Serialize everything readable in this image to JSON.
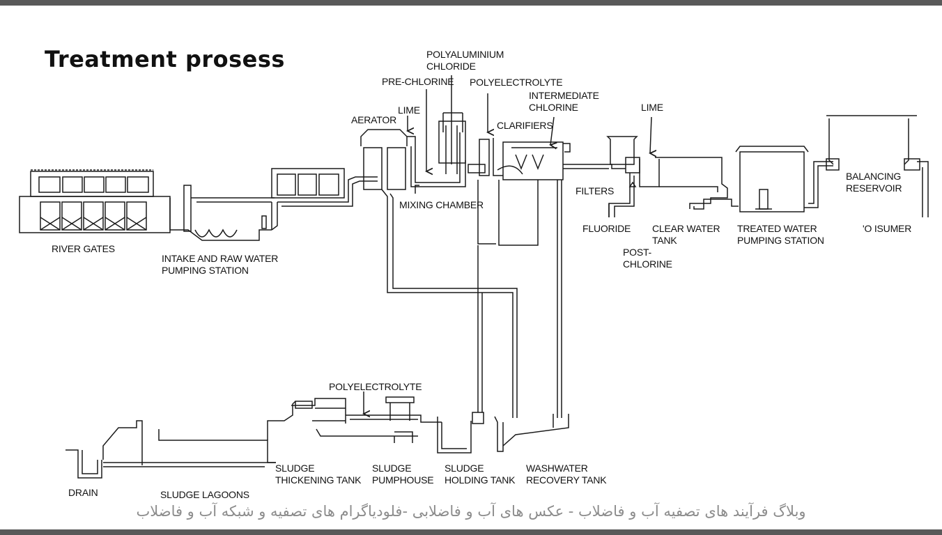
{
  "title": "Treatment prosess",
  "labels": {
    "river_gates": "RIVER GATES",
    "intake": "INTAKE AND RAW WATER\nPUMPING STATION",
    "aerator": "AERATOR",
    "lime_1": "LIME",
    "pre_chlorine": "PRE-CHLORINE",
    "polyaluminium": "POLYALUMINIUM\nCHLORIDE",
    "polyelectrolyte_top": "POLYELECTROLYTE",
    "intermediate_chlorine": "INTERMEDIATE\nCHLORINE",
    "clarifiers": "CLARIFIERS",
    "mixing_chamber": "MIXING CHAMBER",
    "lime_2": "LIME",
    "filters": "FILTERS",
    "fluoride": "FLUORIDE",
    "post_chlorine": "POST-\nCHLORINE",
    "clear_water_tank": "CLEAR WATER\nTANK",
    "treated_water": "TREATED WATER\nPUMPING STATION",
    "balancing_reservoir": "BALANCING\nRESERVOIR",
    "consumer": "'O  ISUMER",
    "polyelectrolyte_bottom": "POLYELECTROLYTE",
    "sludge_thickening": "SLUDGE\nTHICKENING TANK",
    "sludge_pumphouse": "SLUDGE\nPUMPHOUSE",
    "sludge_holding": "SLUDGE\nHOLDING TANK",
    "washwater_recovery": "WASHWATER\nRECOVERY TANK",
    "drain": "DRAIN",
    "sludge_lagoons": "SLUDGE LAGOONS"
  },
  "footer": "وبلاگ فرآیند های تصفیه آب و فاضلاب - عکس های آب و فاضلابی -فلودیاگرام های تصفیه و شبکه آب و فاضلاب",
  "colors": {
    "line": "#1a1a1a",
    "bar": "#595959",
    "footer": "#8c8c8c"
  }
}
